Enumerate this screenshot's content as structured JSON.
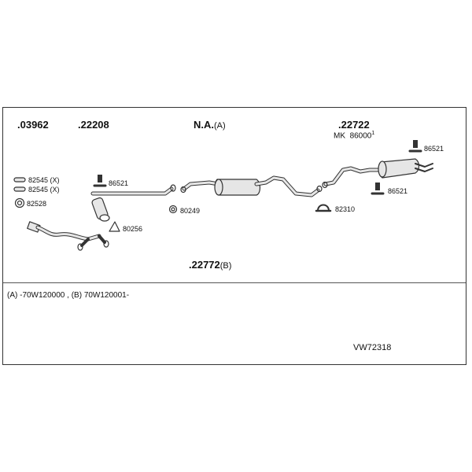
{
  "diagram": {
    "parts": {
      "p03962": ".03962",
      "p22208": ".22208",
      "na": "N.A.",
      "na_tag": "(A)",
      "p22722": ".22722",
      "mk_label": "MK",
      "mk_value": "86000",
      "mk_sup": "1",
      "p22772": ".22772",
      "p22772_tag": "(B)"
    },
    "small_labels": {
      "c82545_a": "82545 (X)",
      "c82545_b": "82545 (X)",
      "c82528": "82528",
      "c86521_left": "86521",
      "c80256": "80256",
      "c80249": "80249",
      "c86521_top_right": "86521",
      "c86521_mid_right": "86521",
      "c82310": "82310"
    },
    "note": "(A) -70W120000 , (B) 70W120001-",
    "reference": "VW72318"
  },
  "colors": {
    "line": "#333333",
    "fill": "#e6e6e6",
    "text": "#111111"
  }
}
